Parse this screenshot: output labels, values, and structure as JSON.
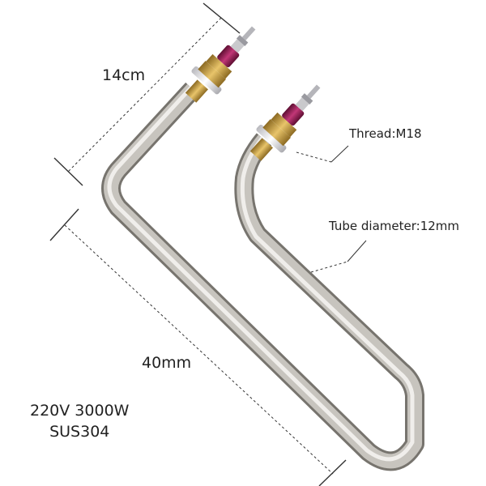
{
  "annotations": {
    "width_label": "14cm",
    "length_label": "40mm",
    "thread_label": "Thread:M18",
    "tube_label": "Tube diameter:12mm"
  },
  "specs": {
    "line1": "220V 3000W",
    "line2": "SUS304"
  },
  "colors": {
    "tube_highlight": "#f2f1ee",
    "tube_mid": "#b9b6b0",
    "tube_shadow": "#7d7a74",
    "brass": "#c9a24a",
    "insulator": "#8e1a4f",
    "washer": "#e8e8ea",
    "dim_line": "#333333"
  }
}
